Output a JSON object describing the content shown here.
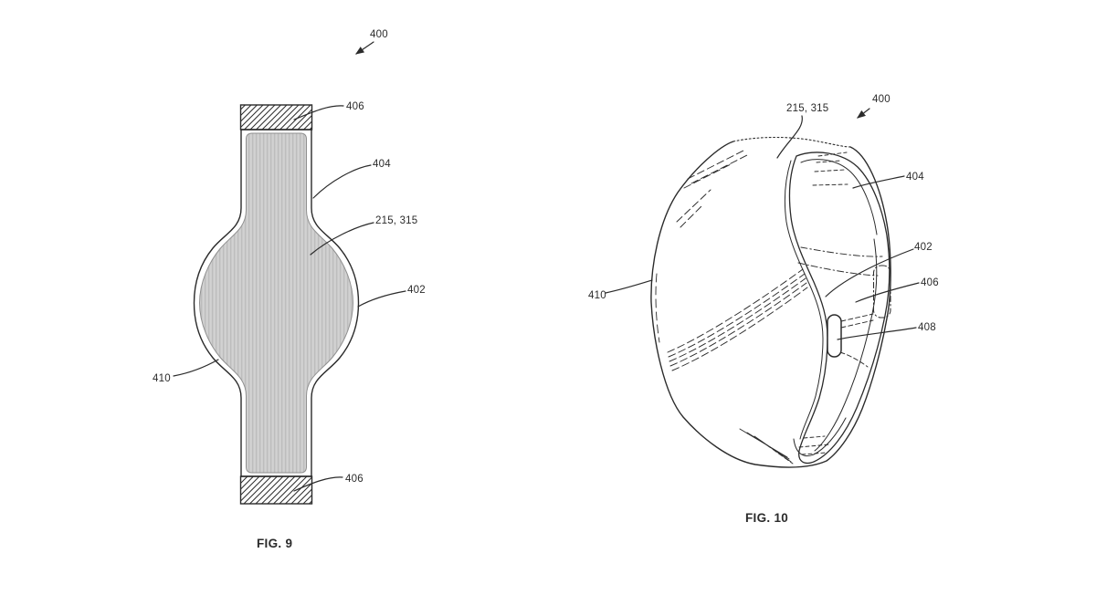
{
  "document": {
    "type": "patent-figure-sheet",
    "background_color": "#ffffff",
    "line_color": "#2b2b2b",
    "shade_fill_color": "#cccccc"
  },
  "figure9": {
    "caption": "FIG. 9",
    "labels": {
      "r400": "400",
      "r406_top": "406",
      "r404": "404",
      "r215_315": "215, 315",
      "r402": "402",
      "r410": "410",
      "r406_bottom": "406"
    }
  },
  "figure10": {
    "caption": "FIG. 10",
    "labels": {
      "r215_315": "215, 315",
      "r400": "400",
      "r404": "404",
      "r402": "402",
      "r406": "406",
      "r408": "408",
      "r410": "410"
    }
  }
}
